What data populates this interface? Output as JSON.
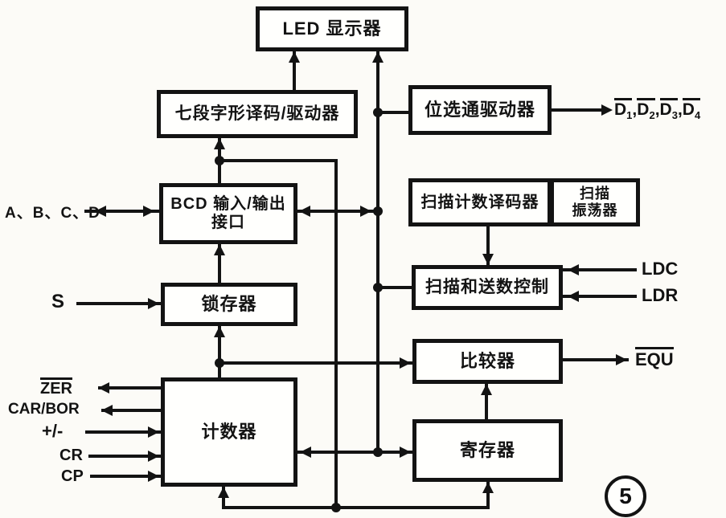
{
  "figure_number": "5",
  "blocks": {
    "led_display": {
      "label": "LED 显示器"
    },
    "seven_segment_decoder": {
      "label": "七段字形译码/驱动器"
    },
    "digit_strobe_driver": {
      "label": "位选通驱动器"
    },
    "bcd_interface": {
      "label_line1": "BCD 输入/输出",
      "label_line2": "接口"
    },
    "scan_counter_decoder": {
      "label": "扫描计数译码器"
    },
    "scan_oscillator": {
      "label_line1": "扫描",
      "label_line2": "振荡器"
    },
    "latch": {
      "label": "锁存器"
    },
    "scan_transfer_control": {
      "label": "扫描和送数控制"
    },
    "comparator": {
      "label": "比较器"
    },
    "counter": {
      "label": "计数器"
    },
    "register": {
      "label": "寄存器"
    }
  },
  "signals": {
    "abcd": "A、B、C、D",
    "s": "S",
    "zer": "ZER",
    "car_bor": "CAR/BOR",
    "updown": "+/-",
    "cr": "CR",
    "cp": "CP",
    "ldc": "LDC",
    "ldr": "LDR",
    "equ": "EQU",
    "d_separator": ",",
    "d_outputs": [
      {
        "base": "D",
        "sub": "1"
      },
      {
        "base": "D",
        "sub": "2"
      },
      {
        "base": "D",
        "sub": "3"
      },
      {
        "base": "D",
        "sub": "4"
      }
    ]
  },
  "colors": {
    "ink": "#131313",
    "paper": "#fcfbf7"
  }
}
